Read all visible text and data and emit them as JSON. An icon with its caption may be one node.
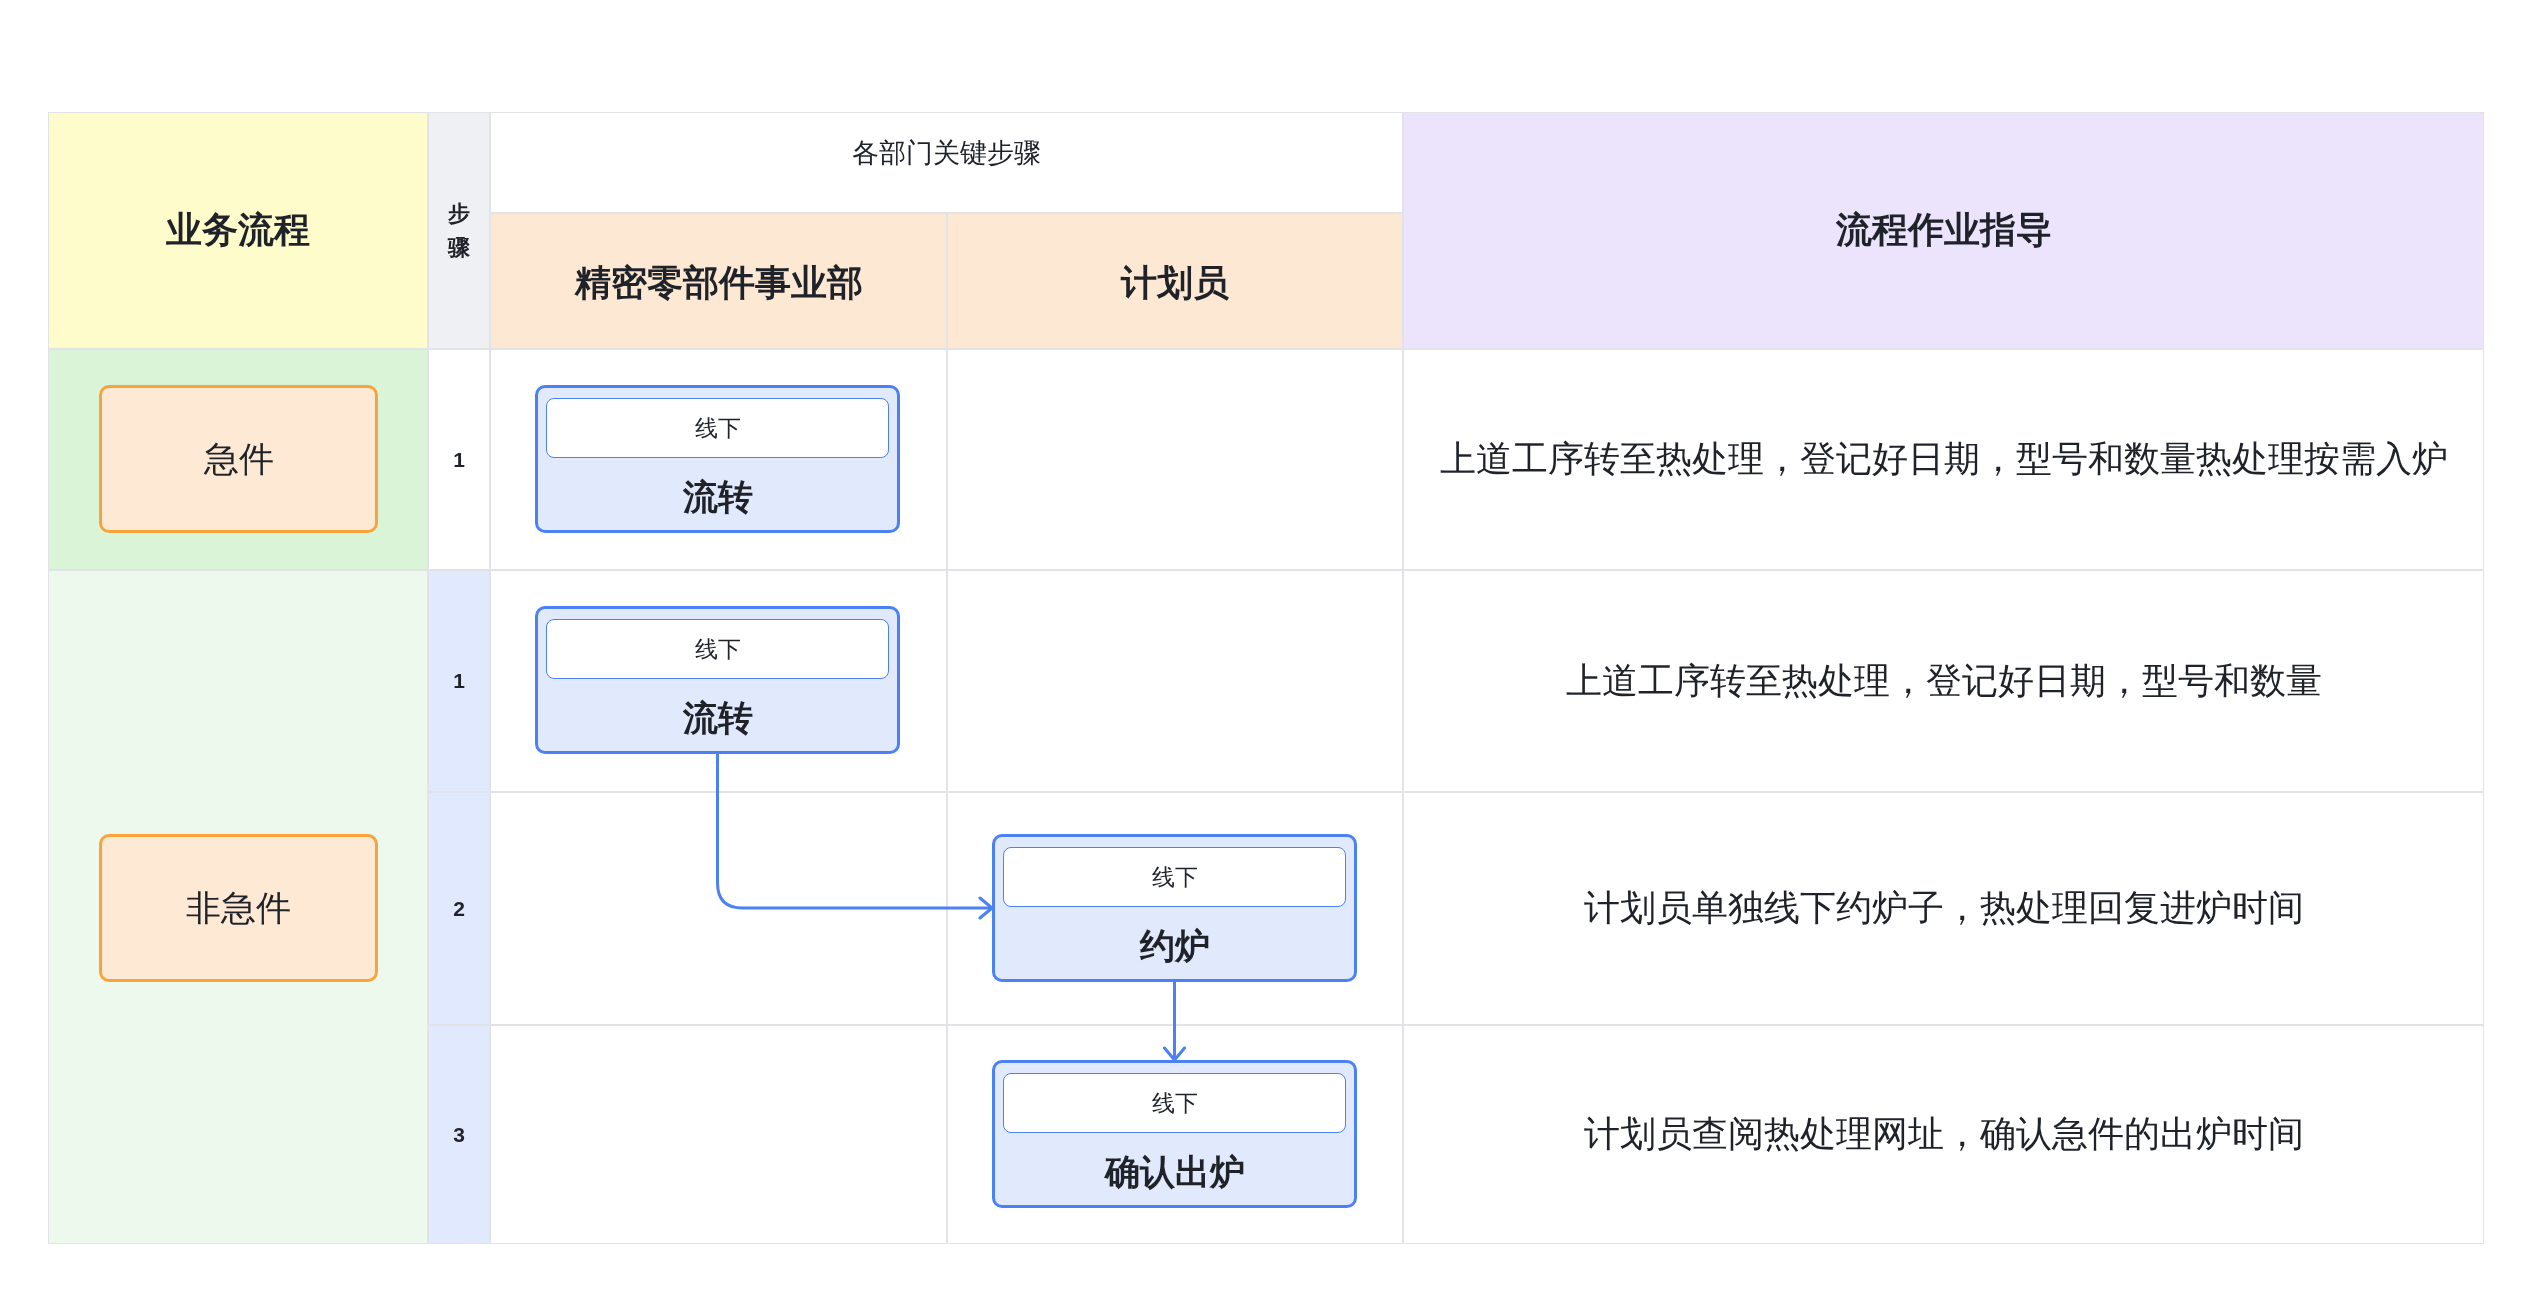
{
  "diagram": {
    "nodes": [
      {
        "text": [
          "急件"
        ]
      },
      {
        "text": [
          "流转"
        ]
      },
      {
        "text": [
          "线下"
        ],
        "in": 1
      },
      {
        "text": [
          "非急件"
        ]
      },
      {
        "text": [
          "流转"
        ]
      },
      {
        "text": [
          "线下"
        ],
        "in": 4
      },
      {
        "text": [
          "约炉"
        ]
      },
      {
        "text": [
          "线下"
        ],
        "in": 6
      },
      {
        "text": [
          "确认出炉"
        ]
      },
      {
        "text": [
          "线下"
        ],
        "in": 8
      }
    ],
    "edges": [
      {
        "from": 4,
        "to": 6,
        "arrow": "to"
      },
      {
        "from": 6,
        "to": 8,
        "arrow": "to"
      }
    ],
    "labels": [
      "业务流程",
      "步骤",
      "各部门关键步骤",
      "流程作业指导",
      "精密零部件事业部",
      "计划员",
      "1",
      "上道工序转至热处理，登记好日期，型号和数量热处理按需入炉",
      "1",
      "上道工序转至热处理，登记好日期，型号和数量",
      "2",
      "计划员单独线下约炉子，热处理回复进炉时间",
      "3",
      "计划员查阅热处理网址，确认急件的出炉时间"
    ]
  }
}
